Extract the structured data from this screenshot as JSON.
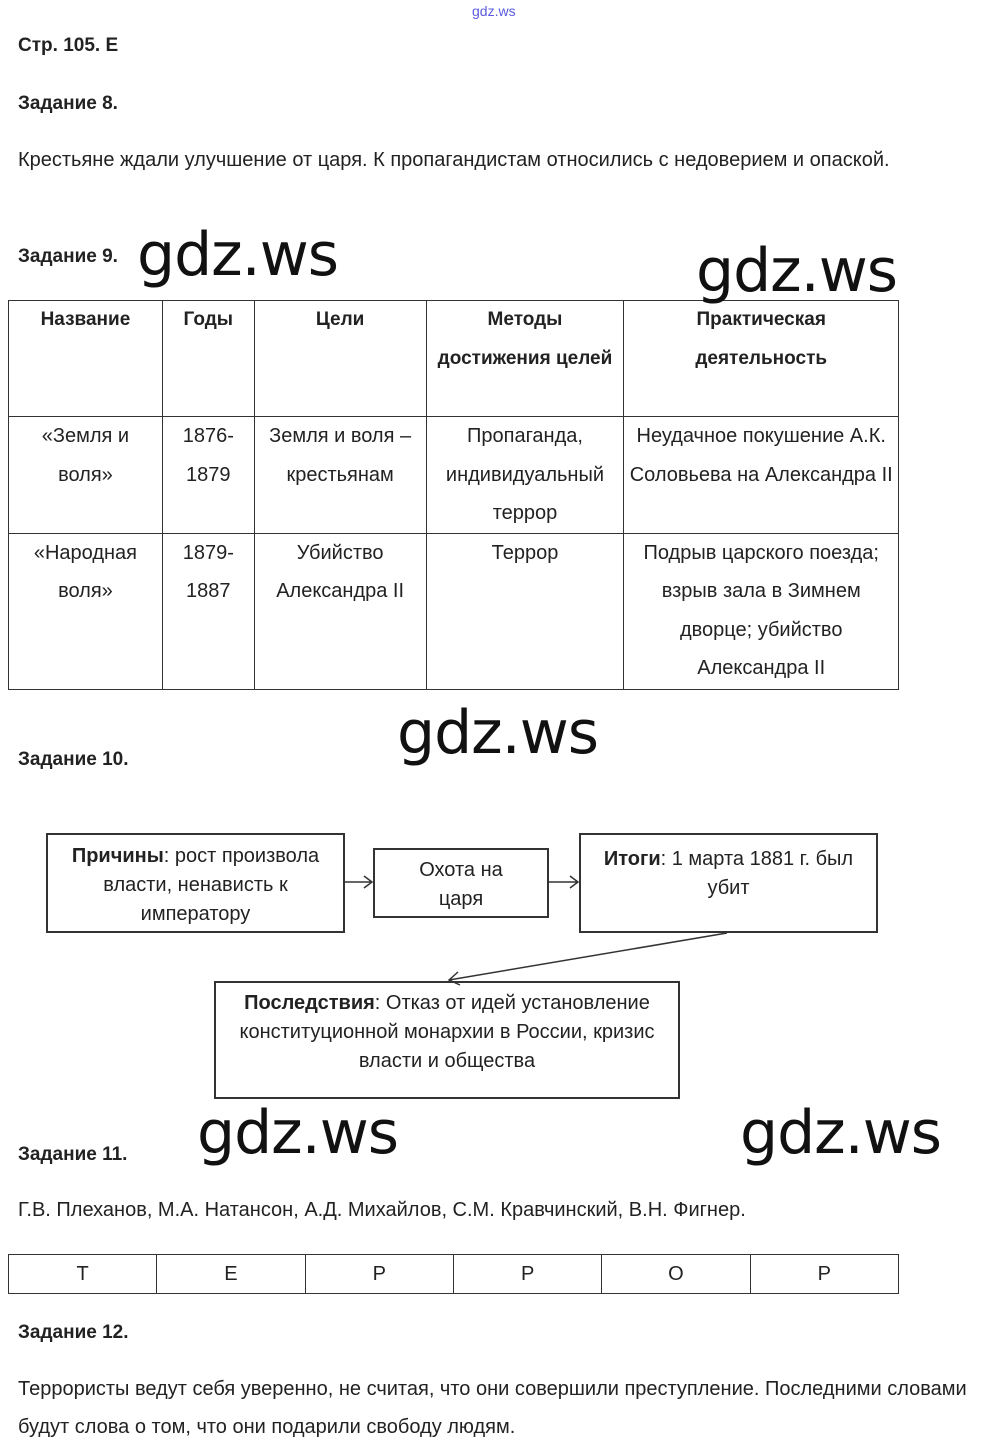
{
  "site_mark": "gdz.ws",
  "page_header": "Стр. 105. Е",
  "task8": {
    "title": "Задание 8.",
    "text": "Крестьяне ждали улучшение от царя. К пропагандистам относились с недоверием и опаской."
  },
  "task9": {
    "title": "Задание 9.",
    "headers": [
      "Название",
      "Годы",
      "Цели",
      "Методы достижения целей",
      "Практическая деятельность"
    ],
    "rows": [
      [
        "«Земля и воля»",
        "1876-1879",
        "Земля и воля – крестьянам",
        "Пропаганда, индивидуальный террор",
        "Неудачное покушение А.К. Соловьева на Александра II"
      ],
      [
        "«Народная воля»",
        "1879-1887",
        "Убийство Александра II",
        "Террор",
        "Подрыв царского поезда; взрыв зала в Зимнем дворце; убийство Александра II"
      ]
    ]
  },
  "task10": {
    "title": "Задание 10.",
    "causes_label": "Причины",
    "causes_text": ": рост произвола власти, ненависть к императору",
    "event": "Охота на царя",
    "results_label": "Итоги",
    "results_text": ": 1 марта 1881 г. был убит",
    "consequences_label": "Последствия",
    "consequences_text": ": Отказ от идей установление конституционной монархии в России, кризис власти и общества"
  },
  "task11": {
    "title": "Задание 11.",
    "text": "Г.В. Плеханов, М.А. Натансон, А.Д. Михайлов, С.М. Кравчинский, В.Н. Фигнер.",
    "letters": [
      "Т",
      "Е",
      "Р",
      "Р",
      "О",
      "Р"
    ]
  },
  "task12": {
    "title": "Задание 12.",
    "text": "Террористы ведут себя уверенно, не считая, что они совершили преступление. Последними словами будут слова о том, что они подарили свободу людям."
  }
}
